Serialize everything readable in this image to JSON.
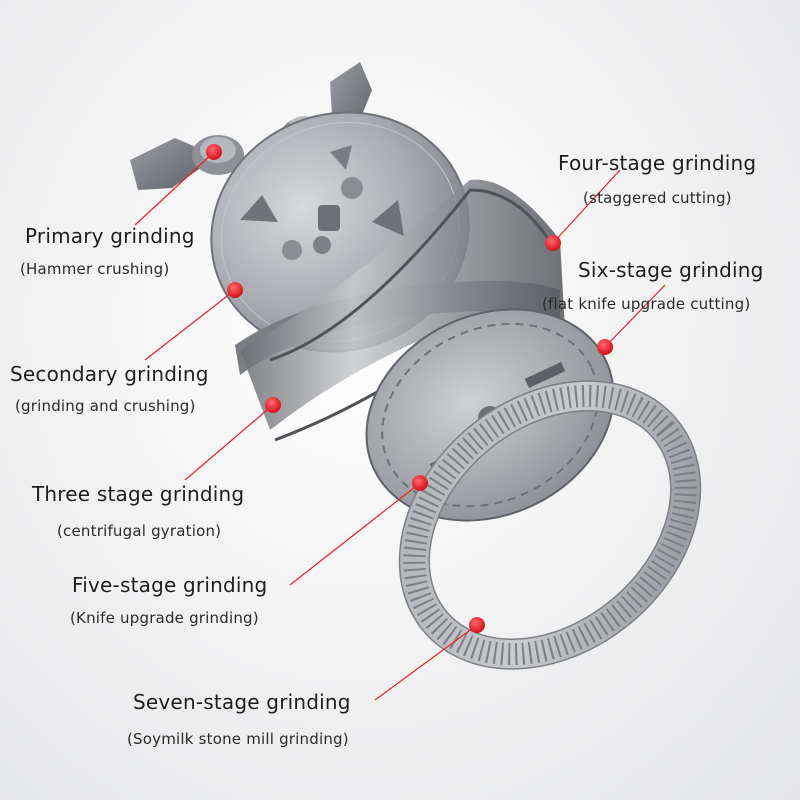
{
  "accent_color": "#e8222a",
  "labels": {
    "primary": {
      "title": "Primary grinding",
      "sub": "(Hammer crushing)"
    },
    "secondary": {
      "title": "Secondary grinding",
      "sub": "(grinding and crushing)"
    },
    "three": {
      "title": "Three stage grinding",
      "sub": "(centrifugal gyration)"
    },
    "four": {
      "title": "Four-stage grinding",
      "sub": "(staggered cutting)"
    },
    "five": {
      "title": "Five-stage grinding",
      "sub": "(Knife upgrade grinding)"
    },
    "six": {
      "title": "Six-stage grinding",
      "sub": "(flat knife upgrade cutting)"
    },
    "seven": {
      "title": "Seven-stage grinding",
      "sub": "(Soymilk stone mill grinding)"
    }
  }
}
